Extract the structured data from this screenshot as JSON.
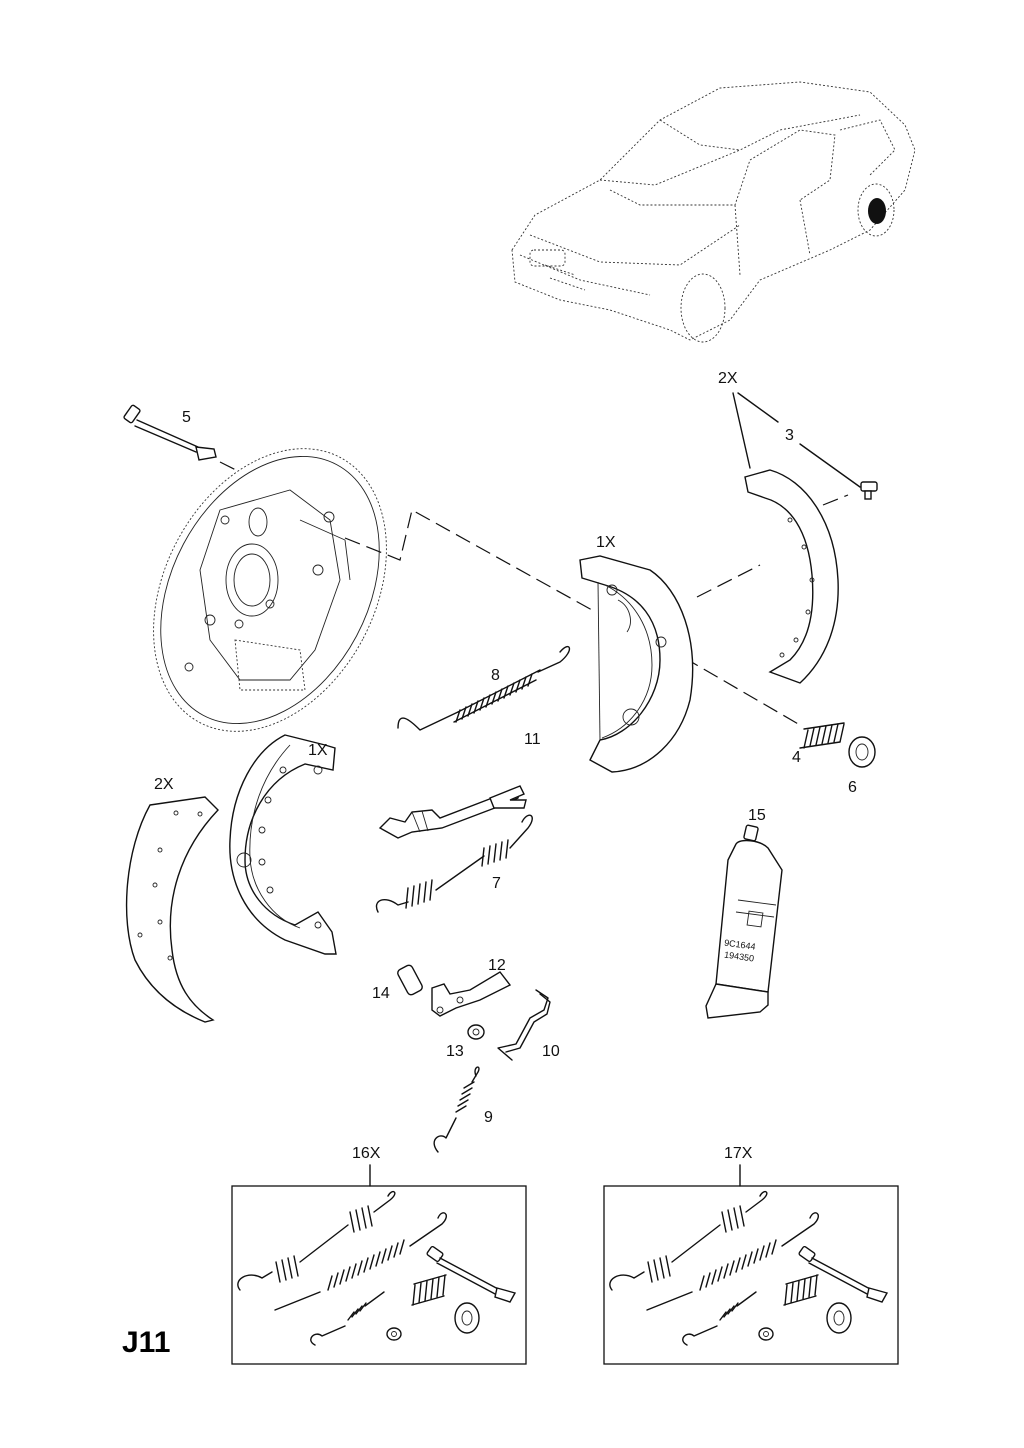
{
  "diagram": {
    "page_code": "J11",
    "labels": {
      "p5": "5",
      "p2x_top": "2X",
      "p3": "3",
      "p1x_center": "1X",
      "p8": "8",
      "p11": "11",
      "p1x_left": "1X",
      "p2x_left": "2X",
      "p4": "4",
      "p6": "6",
      "p15": "15",
      "p7": "7",
      "p12": "12",
      "p14": "14",
      "p13": "13",
      "p10": "10",
      "p9": "9",
      "p16x": "16X",
      "p17x": "17X"
    },
    "tube_text": [
      "9C1644",
      "194350"
    ]
  }
}
